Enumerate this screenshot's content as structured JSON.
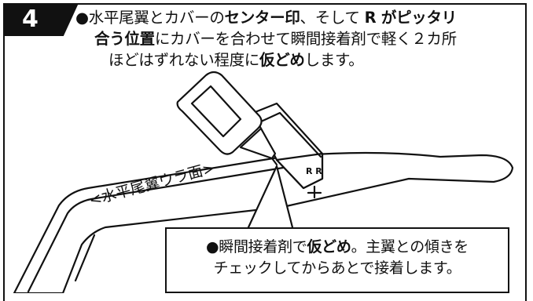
{
  "step": {
    "number": "4"
  },
  "instruction": {
    "bullet": "●",
    "line1_a": "水平尾翼とカバーの",
    "line1_b": "センター印",
    "line1_c": "、そして ",
    "line1_d": "R がピッタリ",
    "line2_a": "合う位置",
    "line2_b": "にカバーを合わせて瞬間接着剤で軽く２カ所",
    "line3_a": "ほどはずれない程度に",
    "line3_b": "仮どめ",
    "line3_c": "します。"
  },
  "illustration": {
    "label": "<水平尾翼ウラ面>",
    "cover_mark": "R R"
  },
  "callout": {
    "bullet": "●",
    "line1_a": "瞬間接着剤で",
    "line1_b": "仮どめ",
    "line1_c": "。主翼との傾きを",
    "line2": "チェックしてからあとで接着します。"
  },
  "colors": {
    "ink": "#111111",
    "paper": "#ffffff"
  }
}
